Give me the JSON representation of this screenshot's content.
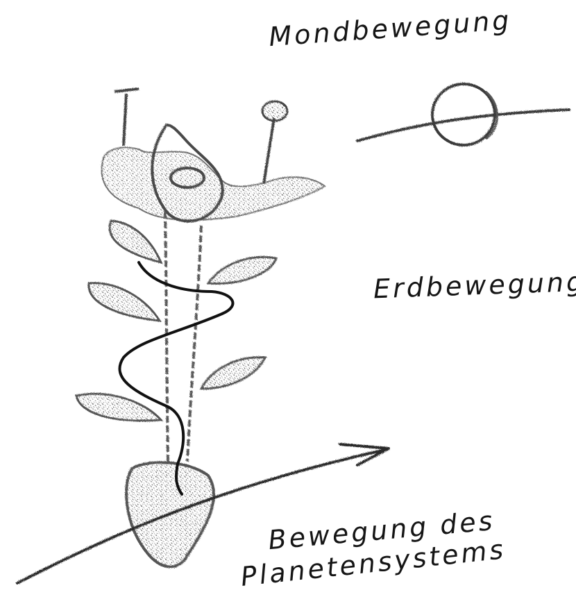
{
  "labels": {
    "moon": "Mondbewegung",
    "earth": "Erdbewegung",
    "planetary_line1": "Bewegung des",
    "planetary_line2": "Planetensystems"
  },
  "colors": {
    "pencil": "#3a3a3a",
    "pencil_light": "#6e6e6e",
    "spiral": "#111111",
    "background": "#ffffff"
  }
}
